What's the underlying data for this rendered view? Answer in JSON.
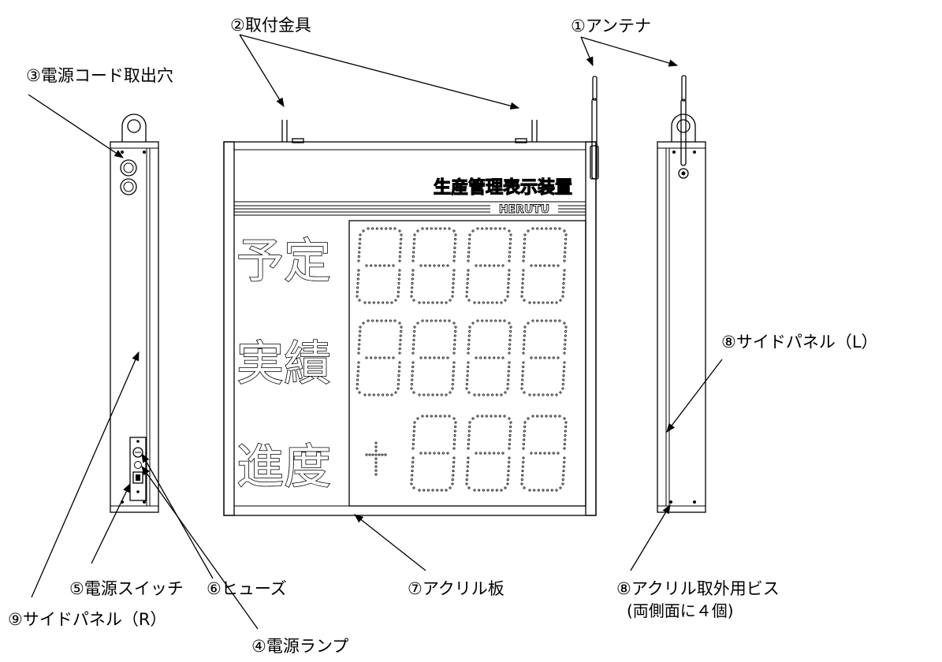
{
  "labels": {
    "antenna": "①アンテナ",
    "bracket": "②取付金具",
    "cord_hole": "③電源コード取出穴",
    "power_lamp": "④電源ランプ",
    "power_switch": "⑤電源スイッチ",
    "fuse": "⑥ヒューズ",
    "acrylic_board": "⑦アクリル板",
    "side_panel_l": "⑧サイドパネル（L）",
    "acrylic_screw": "⑧アクリル取外用ビス",
    "acrylic_screw_note": "(両側面に４個)",
    "side_panel_r": "⑨サイドパネル（R）"
  },
  "panel": {
    "title": "生産管理表示装置",
    "brand": "HERUTU",
    "row_labels": [
      "予定",
      "実績",
      "進度"
    ],
    "row_digits": [
      4,
      4,
      3
    ],
    "sign_symbol": "+"
  },
  "colors": {
    "line": "#000000",
    "background": "#ffffff"
  }
}
